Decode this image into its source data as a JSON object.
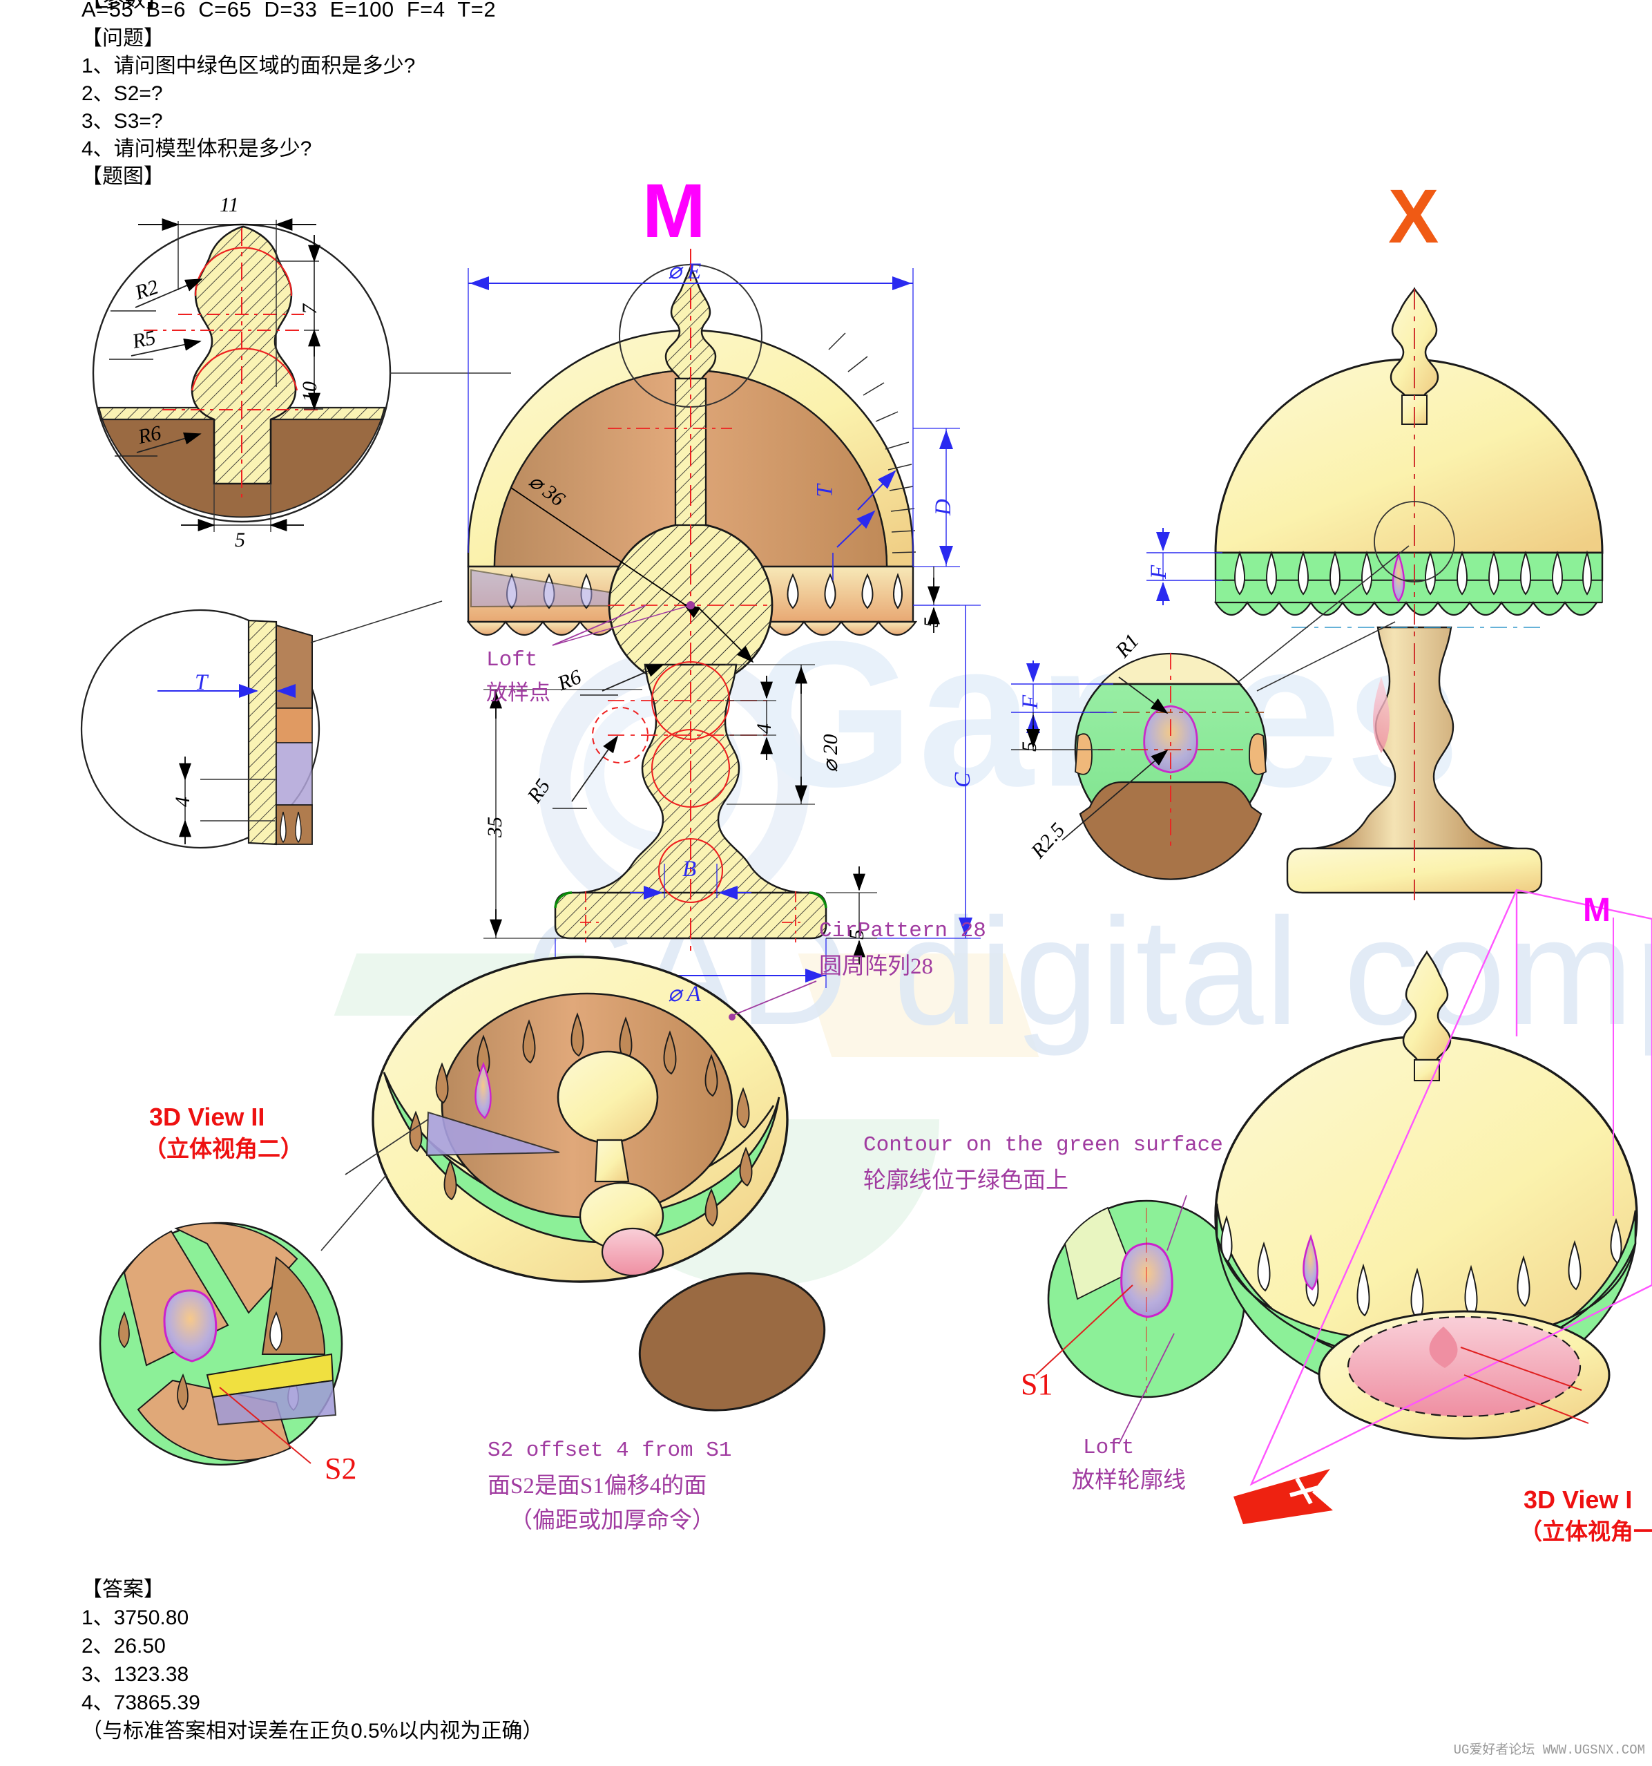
{
  "header": {
    "cut_line": "【参数】",
    "parameters": "A=55  B=6  C=65  D=33  E=100  F=4  T=2",
    "questions_heading": "【问题】",
    "questions": [
      "1、请问图中绿色区域的面积是多少?",
      "2、S2=?",
      "3、S3=?",
      "4、请问模型体积是多少?"
    ],
    "figure_heading": "【题图】"
  },
  "answers": {
    "heading": "【答案】",
    "items": [
      "1、3750.80",
      "2、26.50",
      "3、1323.38",
      "4、73865.39"
    ],
    "tolerance_note": "（与标准答案相对误差在正负0.5%以内视为正确）"
  },
  "view_marks": {
    "section_m": "M",
    "section_x": "X",
    "section_m_small": "M"
  },
  "detail_top_left": {
    "dim_width_11": "11",
    "dim_7": "7",
    "dim_10": "10",
    "dim_5": "5",
    "radius_r2": "R2",
    "radius_r5": "R5",
    "radius_r6": "R6"
  },
  "detail_left_thickness": {
    "dim_t": "T",
    "dim_4": "4"
  },
  "section_view": {
    "dim_dia_e": "⌀ E",
    "dim_dia_a": "⌀ A",
    "dim_dia_36": "⌀ 36",
    "dim_dia_20": "⌀ 20",
    "dim_b": "B",
    "dim_c": "C",
    "dim_d": "D",
    "dim_t": "T",
    "dim_5_upper": "5",
    "dim_5_lower": "5",
    "dim_35": "35",
    "dim_4": "4",
    "radius_r6": "R6",
    "radius_r5": "R5",
    "loft_en": "Loft",
    "loft_cn": "放样点"
  },
  "detail_right": {
    "radius_r1": "R1",
    "radius_r2_5": "R2.5",
    "dim_f": "F",
    "dim_5": "5"
  },
  "right_view": {
    "dim_f": "F"
  },
  "annotations": {
    "cirpattern_en": "CirPattern 28",
    "cirpattern_cn": "圆周阵列28",
    "s2_offset_en": "S2 offset 4 from S1",
    "s2_offset_cn": "面S2是面S1偏移4的面",
    "s2_offset_cn2": "（偏距或加厚命令）",
    "contour_en": "Contour on the green surface",
    "contour_cn": "轮廓线位于绿色面上",
    "loft_en": "Loft",
    "loft_cn": "放样轮廓线",
    "label_s1": "S1",
    "label_s2": "S2"
  },
  "view_titles": {
    "view2_en": "3D View II",
    "view2_cn": "（立体视角二）",
    "view1_en": "3D View I",
    "view1_cn": "（立体视角一）"
  },
  "watermark": {
    "brand": "CAD digital competition",
    "brand_short": "Games",
    "forum": "UG爱好者论坛 WWW.UGSNX.COM"
  },
  "colors": {
    "green_surface": "#8cf098",
    "green_light": "#b8f0c4",
    "yellow_body": "#faf5b8",
    "yellow_light": "#fcf8cc",
    "brown_inner": "#9a6a42",
    "tan": "#e0a878",
    "blue_dim": "#2a2af0",
    "magenta": "#ff00ff",
    "purple_note": "#a03ba0",
    "red": "#ee1111",
    "orange_x": "#f05a14",
    "pink": "#f0a0b0"
  }
}
